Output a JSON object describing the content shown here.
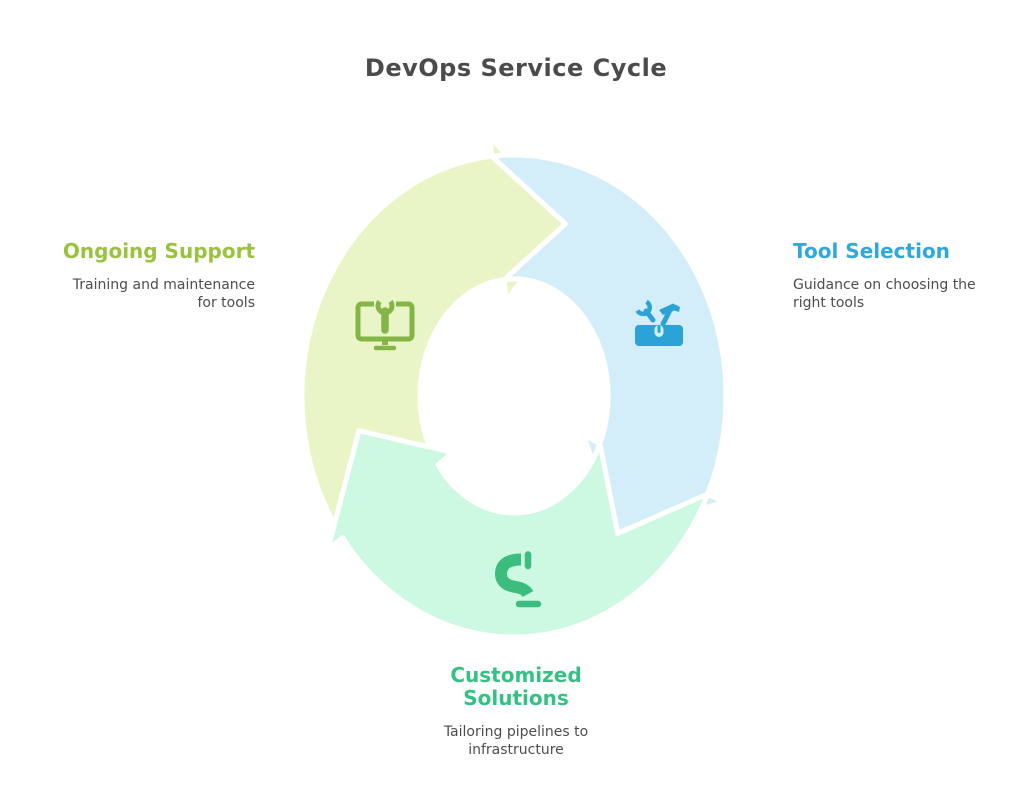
{
  "title": "DevOps Service Cycle",
  "title_color": "#4b4b4b",
  "description_color": "#4d4d4d",
  "background_color": "#ffffff",
  "cycle": {
    "direction": "clockwise",
    "segments": [
      {
        "id": "ongoing-support",
        "label": "Ongoing Support",
        "description": "Training and maintenance\nfor tools",
        "fill": "#e9f5c6",
        "accent": "#9ac23c",
        "icon": "monitor-wrench-icon",
        "icon_color": "#84b546"
      },
      {
        "id": "tool-selection",
        "label": "Tool Selection",
        "description": "Guidance on choosing the\nright tools",
        "fill": "#d4eef9",
        "accent": "#2fa8db",
        "icon": "toolbox-icon",
        "icon_color": "#2ba3d7"
      },
      {
        "id": "customized-solutions",
        "label": "Customized\nSolutions",
        "description": "Tailoring pipelines to\ninfrastructure",
        "fill": "#cdf8e2",
        "accent": "#34c183",
        "icon": "pipeline-icon",
        "icon_color": "#3cbd7d"
      }
    ]
  }
}
